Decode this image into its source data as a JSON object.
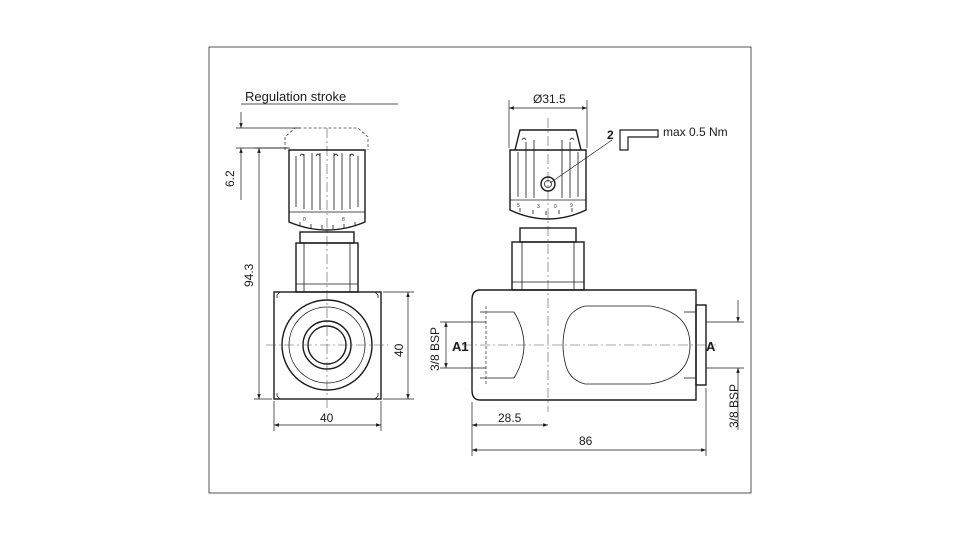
{
  "labels": {
    "regulation_stroke": "Regulation stroke",
    "dim_6_2": "6.2",
    "dim_94_3": "94.3",
    "dim_40_height": "40",
    "dim_40_width": "40",
    "dim_31_5": "Ø31.5",
    "callout_number": "2",
    "torque": "max 0.5 Nm",
    "port_a1": "A1",
    "port_a": "A",
    "bsp_left": "3/8 BSP",
    "bsp_right": "3/8 BSP",
    "dim_28_5": "28.5",
    "dim_86": "86"
  },
  "colors": {
    "line": "#1a1a1a",
    "frame": "#555555",
    "background": "#ffffff"
  },
  "icons": {
    "hex_key": "allen-key-icon"
  }
}
